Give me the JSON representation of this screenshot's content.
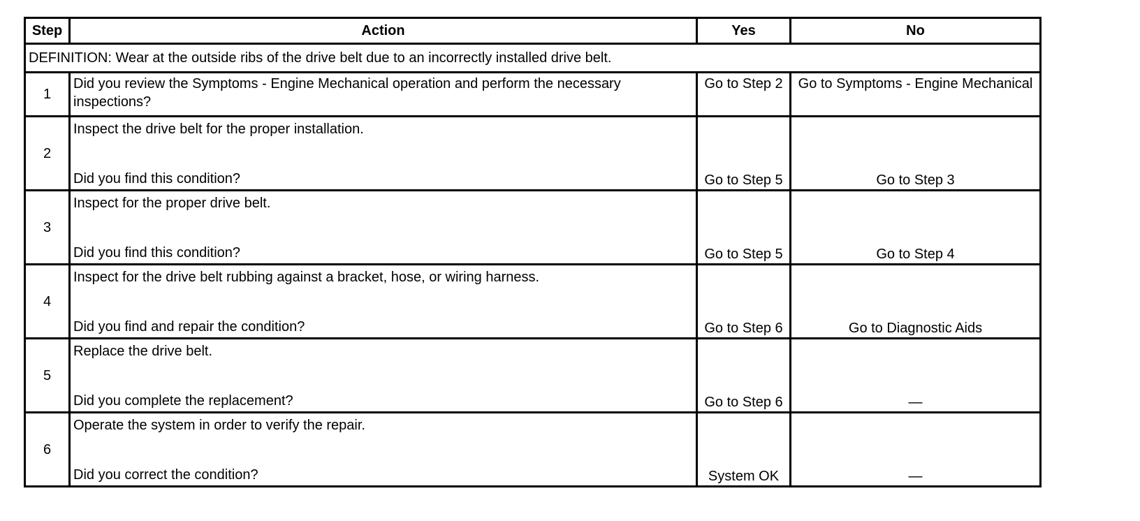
{
  "headers": {
    "step": "Step",
    "action": "Action",
    "yes": "Yes",
    "no": "No"
  },
  "definition": "DEFINITION: Wear at the outside ribs of the drive belt due to an incorrectly installed drive belt.",
  "rows": [
    {
      "step": "1",
      "action": "Did you review the Symptoms - Engine Mechanical operation and perform the necessary inspections?",
      "question": "",
      "yes": "Go to Step 2",
      "no": "Go to Symptoms - Engine Mechanical"
    },
    {
      "step": "2",
      "action": "Inspect the drive belt for the proper installation.",
      "question": "Did you find this condition?",
      "yes": "Go to Step 5",
      "no": "Go to Step 3"
    },
    {
      "step": "3",
      "action": "Inspect for the proper drive belt.",
      "question": "Did you find this condition?",
      "yes": "Go to Step 5",
      "no": "Go to Step 4"
    },
    {
      "step": "4",
      "action": "Inspect for the drive belt rubbing against a bracket, hose, or wiring harness.",
      "question": "Did you find and repair the condition?",
      "yes": "Go to Step 6",
      "no": "Go to Diagnostic Aids"
    },
    {
      "step": "5",
      "action": "Replace the drive belt.",
      "question": "Did you complete the replacement?",
      "yes": "Go to Step 6",
      "no": "—"
    },
    {
      "step": "6",
      "action": "Operate the system in order to verify the repair.",
      "question": "Did you correct the condition?",
      "yes": "System OK",
      "no": "—"
    }
  ]
}
